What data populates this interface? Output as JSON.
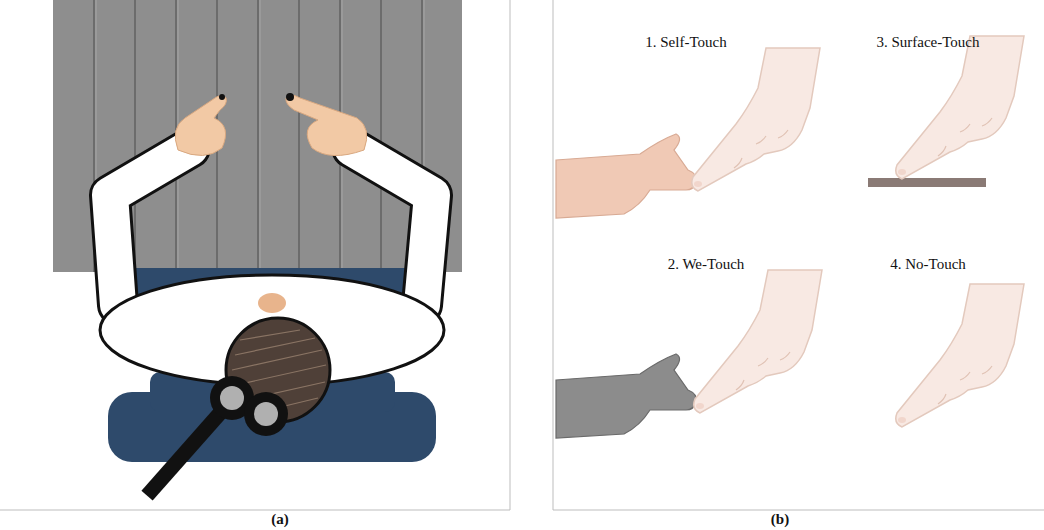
{
  "diagram": {
    "labels": [
      "(a)",
      "1. Self-Touch",
      "3. Surface-Touch",
      "2. We-Touch",
      "4. No-Touch",
      "(b)"
    ]
  }
}
